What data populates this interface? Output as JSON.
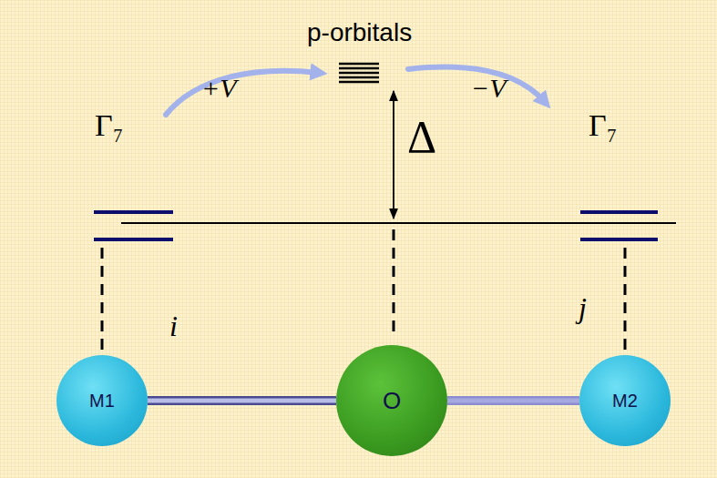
{
  "diagram": {
    "nodes": [
      {
        "text": [
          "M1"
        ]
      },
      {
        "text": [
          "O"
        ]
      },
      {
        "text": [
          "M2"
        ]
      }
    ],
    "edges": [
      {
        "from": 0,
        "to": 1,
        "arrow": "none"
      },
      {
        "from": 1,
        "to": 2,
        "arrow": "none"
      }
    ],
    "labels": [
      "p-orbitals",
      "+V",
      "−V",
      "Γ₇",
      "Γ₇",
      "Δ",
      "i",
      "j"
    ]
  }
}
